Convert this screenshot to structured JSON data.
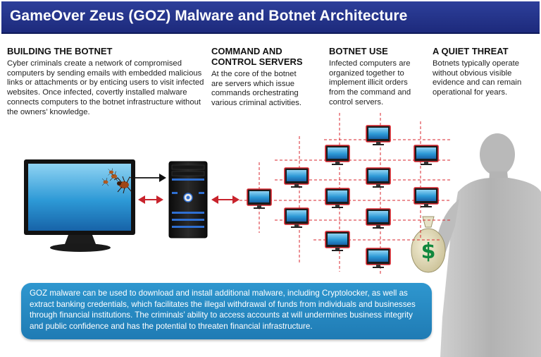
{
  "title": "GameOver Zeus (GOZ) Malware and Botnet Architecture",
  "sections": [
    {
      "heading": "BUILDING THE BOTNET",
      "body": "Cyber criminals create a network of compromised computers by sending emails with embedded malicious links or attachments or by enticing users to visit infected websites. Once infected, covertly installed malware connects computers to the botnet infrastructure without the owners’ knowledge."
    },
    {
      "heading": "COMMAND AND CONTROL SERVERS",
      "body": "At the core of the botnet are servers which issue commands orchestrating various criminal activities."
    },
    {
      "heading": "BOTNET USE",
      "body": "Infected computers are organized together to implement illicit orders from the command and control servers."
    },
    {
      "heading": "A QUIET THREAT",
      "body": "Botnets typically operate without obvious visible evidence and can remain operational for years."
    }
  ],
  "info_box": "GOZ malware can be used to download and install additional malware, including Cryptolocker, as well as extract banking credentials, which facilitates the illegal withdrawal of funds from individuals and businesses through financial institutions. The criminals’ ability to access accounts at will undermines business integrity and public confidence and has the potential to threaten financial infrastructure.",
  "money_symbol": "$",
  "colors": {
    "banner": "#1f2c80",
    "info_box": "#2389c1",
    "network_line": "#d9262e",
    "arrow": "#c8232c"
  },
  "icons": [
    "desktop-monitor-icon",
    "spider-malware-icon",
    "server-tower-icon",
    "infected-computer-icon",
    "criminal-silhouette-icon",
    "money-bag-icon"
  ]
}
